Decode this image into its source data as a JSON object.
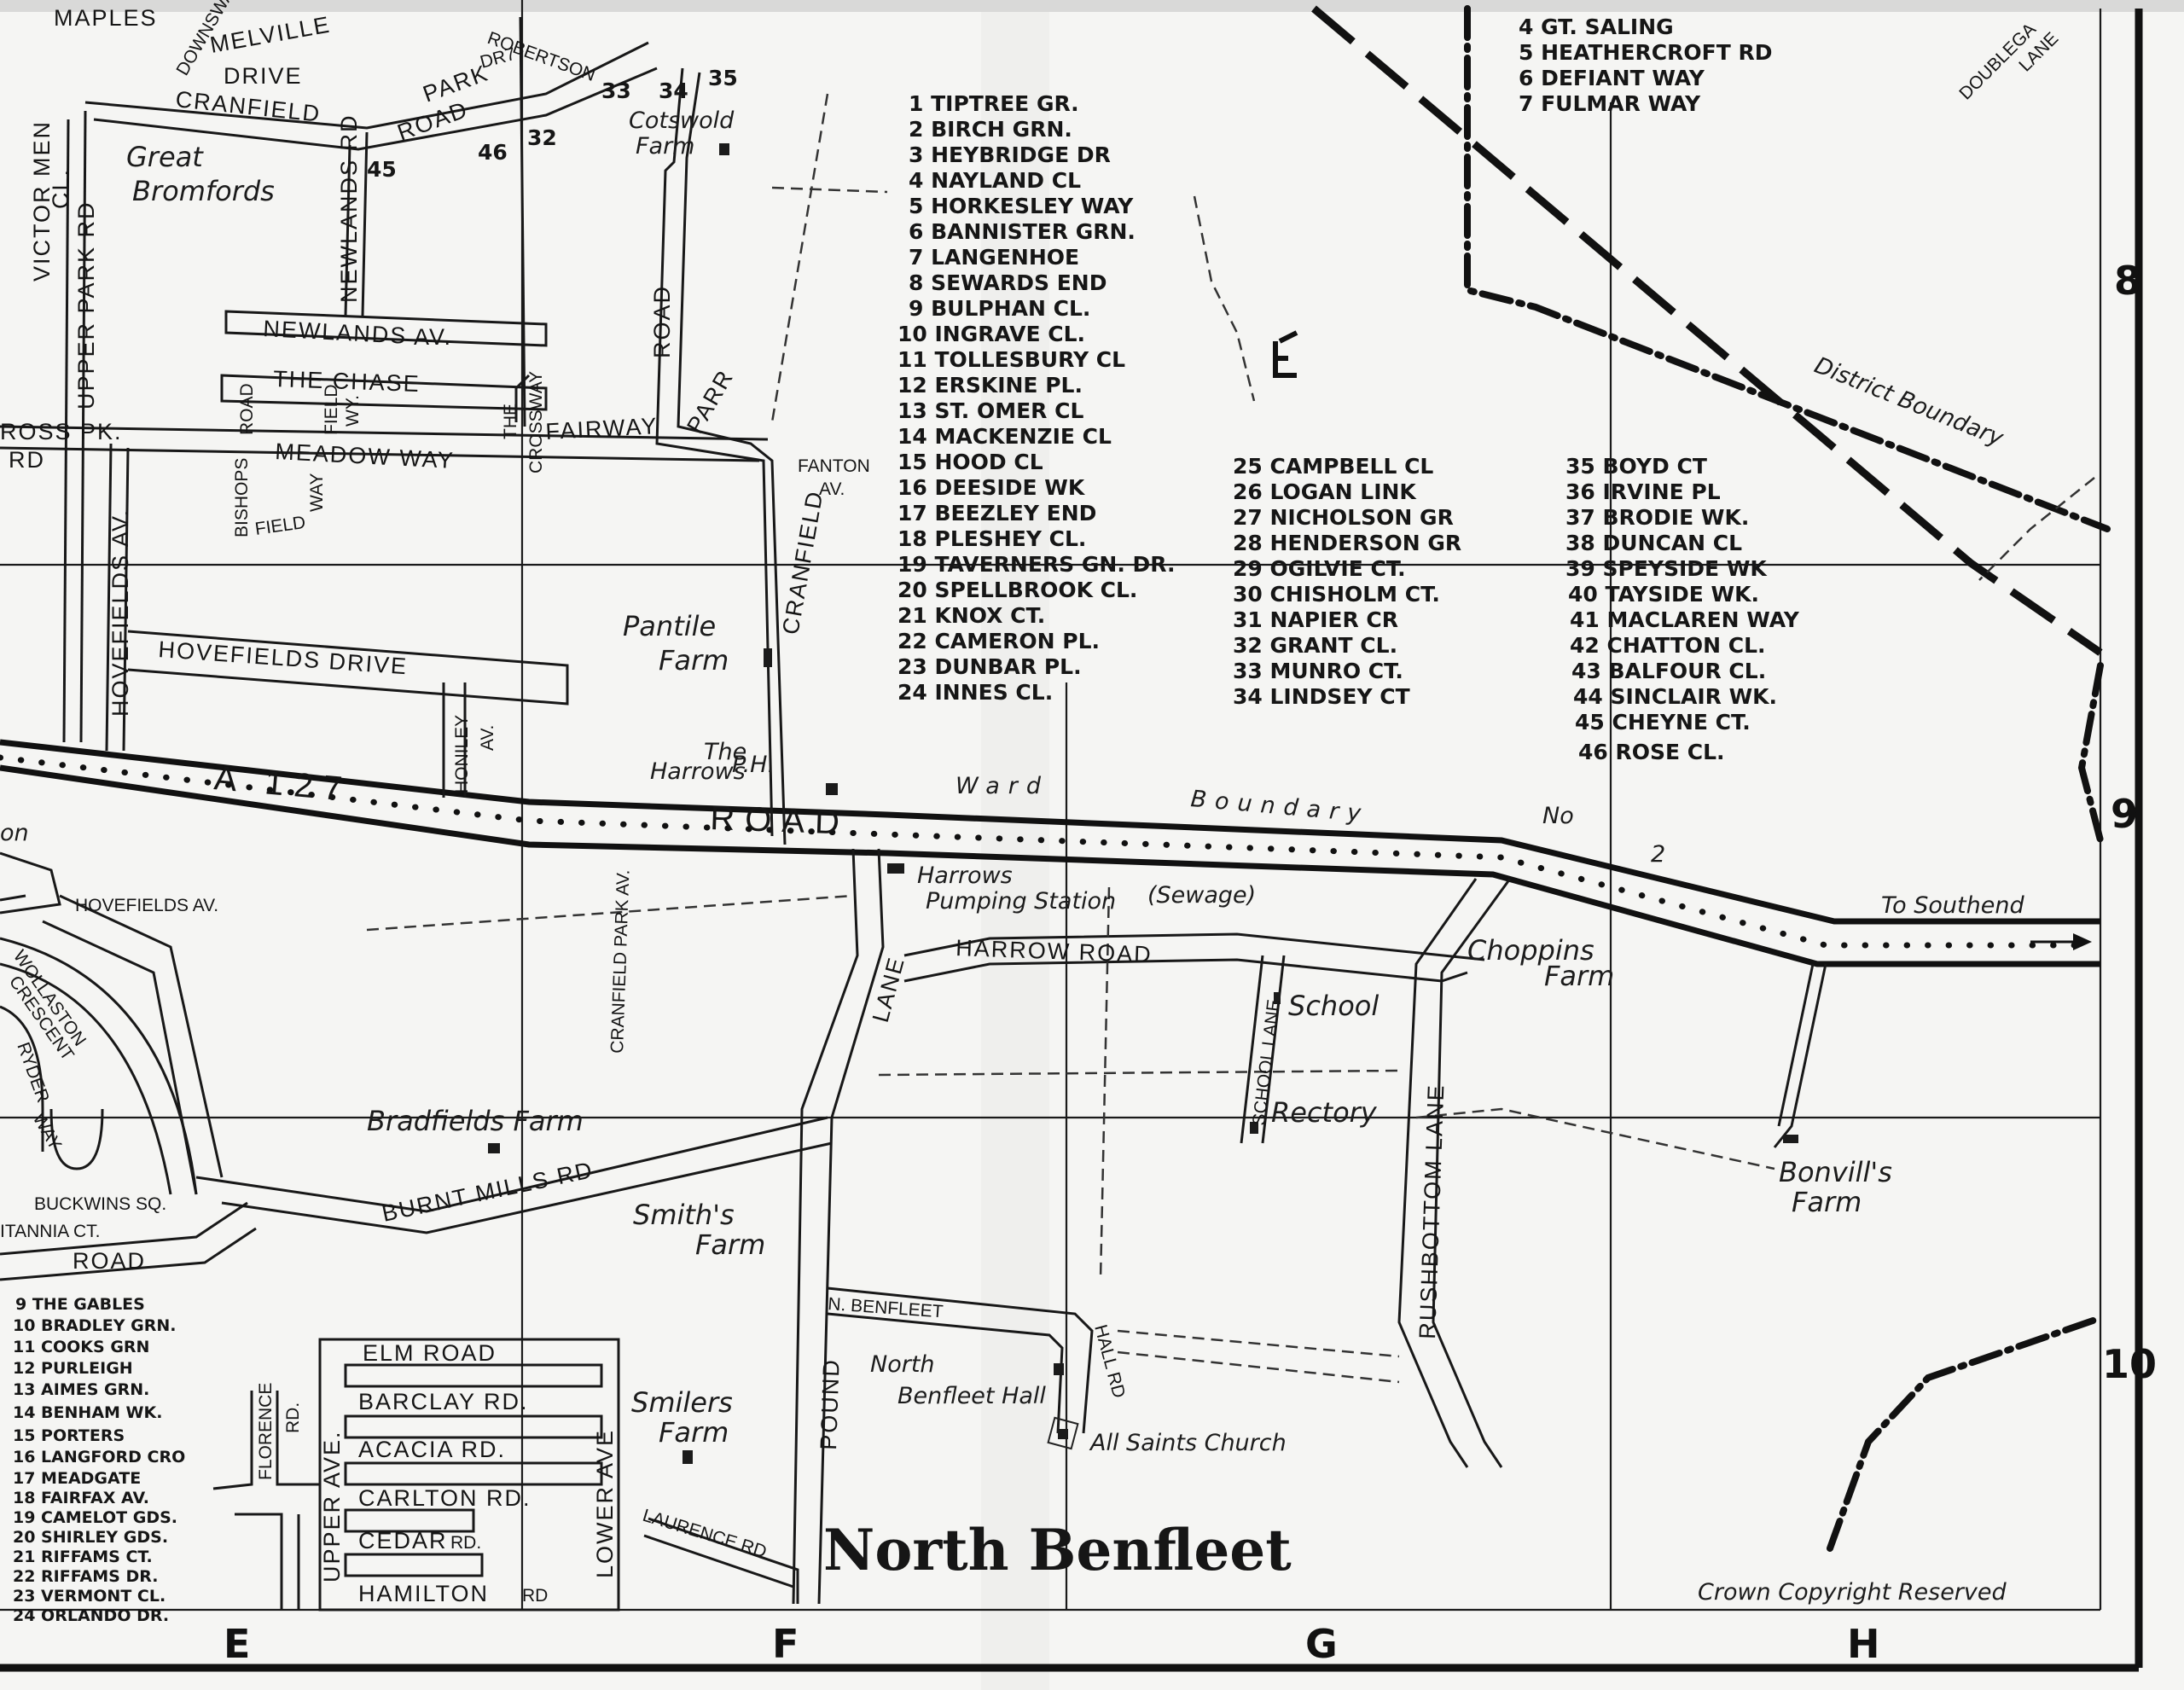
{
  "map": {
    "town_title": "North Benfleet",
    "copyright": "Crown Copyright Reserved",
    "grid_columns": [
      "E",
      "F",
      "G",
      "H"
    ],
    "grid_rows": [
      "8",
      "9",
      "10"
    ],
    "boundaries": {
      "district": "District Boundary",
      "ward": [
        "Ward",
        "Boundary",
        "No",
        "2"
      ]
    },
    "direction": "To Southend",
    "main_road": {
      "number": "A 127",
      "name": "ROAD"
    }
  },
  "roads": {
    "maples": "MAPLES",
    "cranfield_park_road": [
      "CRANFIELD",
      "PARK",
      "ROAD"
    ],
    "melville_drive": [
      "MELVILLE",
      "DRIVE"
    ],
    "downsway": "DOWNSWAY",
    "robertson_dr": [
      "ROBERTSON",
      "DR7"
    ],
    "victor_mews": [
      "VICTOR MEN",
      "CL."
    ],
    "upper_park_rd": "UPPER PARK RD",
    "newlands_rd": "NEWLANDS RD",
    "newlands_av": [
      "NEWLANDS",
      "AV."
    ],
    "the_chase": "THE CHASE",
    "meadow_way": "MEADOW WAY",
    "bishops_road": "ROAD",
    "bishops_field": [
      "BISHOPS",
      "FIELD",
      "WAY"
    ],
    "field_wy": [
      "FIELD",
      "WY."
    ],
    "the_crossway": [
      "THE",
      "CROSSWAY"
    ],
    "fairway": "FAIRWAY",
    "ross_pk": [
      "ROSS PK.",
      "RD"
    ],
    "hovefields_av": "HOVEFIELDS AV.",
    "hovefields_drive": "HOVEFIELDS DRIVE",
    "honiley_av": [
      "HONILEY",
      "AV."
    ],
    "parry_road": "ROAD",
    "parry_diag": "PARR",
    "fanton_av": [
      "FANTON",
      "AV."
    ],
    "cranfield_vertical": "CRANFIELD",
    "cranfield_park_av": "CRANFIELD PARK AV.",
    "hovefields_av_2": "HOVEFIELDS AV.",
    "wollaston_crescent": [
      "WOLLASTON",
      "CRESCENT"
    ],
    "ryder_way": [
      "RYDER",
      "WAY"
    ],
    "buckwins_sq": "BUCKWINS SQ.",
    "britannia_ct": "ITANNIA CT.",
    "bottom_road": "ROAD",
    "burnt_mills_rd": "BURNT MILLS RD",
    "harrow_road": "HARROW ROAD",
    "lane": "LANE",
    "pound_lane": "POUND",
    "school_lane": "SCHOOL LANE",
    "rushbottom_lane": "RUSHBOTTOM LANE",
    "n_benfleet_hall_rd": [
      "N. BENFLEET",
      "HALL RD"
    ],
    "laurence_rd": "LAURENCE RD",
    "elm_road": "ELM ROAD",
    "barclay_rd": "BARCLAY RD.",
    "acacia_rd": "ACACIA RD.",
    "carlton_rd": "CARLTON RD.",
    "cedar_rd": [
      "CEDAR",
      "RD."
    ],
    "hamilton_rd": [
      "HAMILTON",
      "RD"
    ],
    "florence_rd": [
      "FLORENCE",
      "RD."
    ],
    "upper_ave": "UPPER AVE.",
    "lower_ave": "LOWER AVE",
    "doublegate_lane": [
      "DOUBLEGA",
      "LANE"
    ]
  },
  "places": {
    "great_bromfords": [
      "Great",
      "Bromfords"
    ],
    "cotswold_farm": [
      "Cotswold",
      "Farm"
    ],
    "pantile_farm": [
      "Pantile",
      "Farm"
    ],
    "the_harrows": [
      "The",
      "Harrows",
      "P.H."
    ],
    "harrows_pumping": [
      "Harrows",
      "Pumping Station",
      "(Sewage)"
    ],
    "school": "School",
    "rectory": "Rectory",
    "choppins_farm": [
      "Choppins",
      "Farm"
    ],
    "bonvills_farm": [
      "Bonvill's",
      "Farm"
    ],
    "bradfields_farm": "Bradfields Farm",
    "smiths_farm": [
      "Smith's",
      "Farm"
    ],
    "smilers_farm": [
      "Smilers",
      "Farm"
    ],
    "north_benfleet_hall": [
      "North",
      "Benfleet Hall"
    ],
    "all_saints_church": "All Saints Church",
    "partial_on": "on"
  },
  "map_numbers": [
    "45",
    "46",
    "32",
    "33",
    "34",
    "35"
  ],
  "index_top_right": [
    "4 GT. SALING",
    "5 HEATHERCROFT RD",
    "6 DEFIANT WAY",
    "7 FULMAR WAY"
  ],
  "index_col1": [
    "1 TIPTREE GR.",
    "2 BIRCH GRN.",
    "3 HEYBRIDGE DR",
    "4 NAYLAND CL",
    "5 HORKESLEY WAY",
    "6 BANNISTER GRN.",
    "7 LANGENHOE",
    "8 SEWARDS END",
    "9 BULPHAN CL.",
    "10 INGRAVE CL.",
    "11 TOLLESBURY CL",
    "12 ERSKINE PL.",
    "13 ST. OMER CL",
    "14 MACKENZIE CL",
    "15 HOOD CL",
    "16 DEESIDE WK",
    "17 BEEZLEY END",
    "18 PLESHEY CL.",
    "19 TAVERNERS GN. DR.",
    "20 SPELLBROOK CL.",
    "21 KNOX CT.",
    "22 CAMERON PL.",
    "23 DUNBAR PL.",
    "24 INNES CL."
  ],
  "index_col2": [
    "25 CAMPBELL CL",
    "26 LOGAN LINK",
    "27 NICHOLSON GR",
    "28 HENDERSON GR",
    "29 OGILVIE CT.",
    "30 CHISHOLM CT.",
    "31 NAPIER CR",
    "32 GRANT CL.",
    "33 MUNRO CT.",
    "34 LINDSEY CT"
  ],
  "index_col3": [
    "35 BOYD CT",
    "36 IRVINE PL",
    "37 BRODIE WK.",
    "38 DUNCAN CL",
    "39 SPEYSIDE WK",
    "40 TAYSIDE WK.",
    "41 MACLAREN WAY",
    "42 CHATTON CL.",
    "43 BALFOUR CL.",
    "44 SINCLAIR WK.",
    "45 CHEYNE CT.",
    "46 ROSE CL."
  ],
  "index_bottom_left": [
    "9 THE GABLES",
    "10 BRADLEY GRN.",
    "11 COOKS GRN",
    "12 PURLEIGH",
    "13 AIMES GRN.",
    "14 BENHAM WK.",
    "15 PORTERS",
    "16 LANGFORD CRO",
    "17 MEADGATE",
    "18 FAIRFAX AV.",
    "19 CAMELOT GDS.",
    "20 SHIRLEY GDS.",
    "21 RIFFAMS CT.",
    "22 RIFFAMS DR.",
    "23 VERMONT CL.",
    "24 ORLANDO DR."
  ],
  "colors": {
    "paper": "#f4f4f2",
    "ink": "#141414"
  }
}
